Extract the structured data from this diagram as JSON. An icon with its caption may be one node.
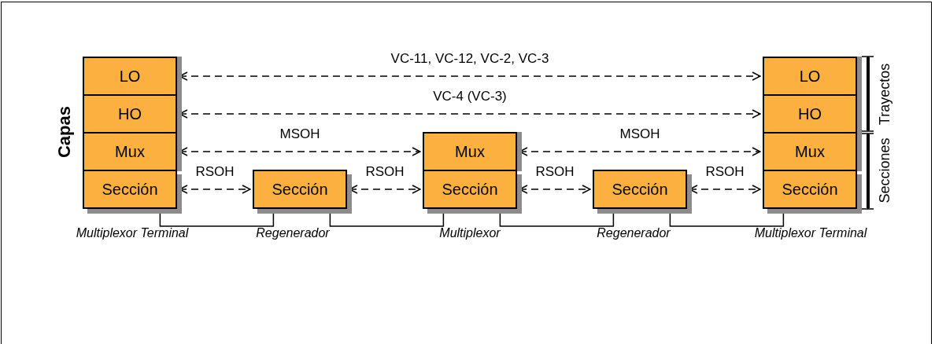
{
  "diagram": {
    "nodes": [
      {
        "text": [
          "LO"
        ]
      },
      {
        "text": [
          "HO"
        ]
      },
      {
        "text": [
          "Mux"
        ]
      },
      {
        "text": [
          "Sección"
        ]
      },
      {
        "text": [
          "Sección"
        ]
      },
      {
        "text": [
          "Mux"
        ]
      },
      {
        "text": [
          "Sección"
        ]
      },
      {
        "text": [
          "Sección"
        ]
      },
      {
        "text": [
          "LO"
        ]
      },
      {
        "text": [
          "HO"
        ]
      },
      {
        "text": [
          "Mux"
        ]
      },
      {
        "text": [
          "Sección"
        ]
      }
    ],
    "edges": [
      {
        "from": 0,
        "to": 8,
        "arrow": "both",
        "style": "dashed",
        "label": "VC-11, VC-12, VC-2, VC-3"
      },
      {
        "from": 1,
        "to": 9,
        "arrow": "both",
        "style": "dashed",
        "label": "VC-4 (VC-3)"
      },
      {
        "from": 2,
        "to": 5,
        "arrow": "both",
        "style": "dashed",
        "label": "MSOH"
      },
      {
        "from": 5,
        "to": 10,
        "arrow": "both",
        "style": "dashed",
        "label": "MSOH"
      },
      {
        "from": 3,
        "to": 4,
        "arrow": "both",
        "style": "dashed",
        "label": "RSOH"
      },
      {
        "from": 4,
        "to": 6,
        "arrow": "both",
        "style": "dashed",
        "label": "RSOH"
      },
      {
        "from": 6,
        "to": 7,
        "arrow": "both",
        "style": "dashed",
        "label": "RSOH"
      },
      {
        "from": 7,
        "to": 11,
        "arrow": "both",
        "style": "dashed",
        "label": "RSOH"
      },
      {
        "from": 3,
        "to": 4,
        "arrow": "none"
      },
      {
        "from": 4,
        "to": 6,
        "arrow": "none"
      },
      {
        "from": 6,
        "to": 7,
        "arrow": "none"
      },
      {
        "from": 7,
        "to": 11,
        "arrow": "none"
      }
    ],
    "labels": [
      "Capas",
      "Trayectos",
      "Secciones",
      "Multiplexor Terminal",
      "Regenerador",
      "Multiplexor",
      "Regenerador",
      "Multiplexor Terminal"
    ]
  }
}
